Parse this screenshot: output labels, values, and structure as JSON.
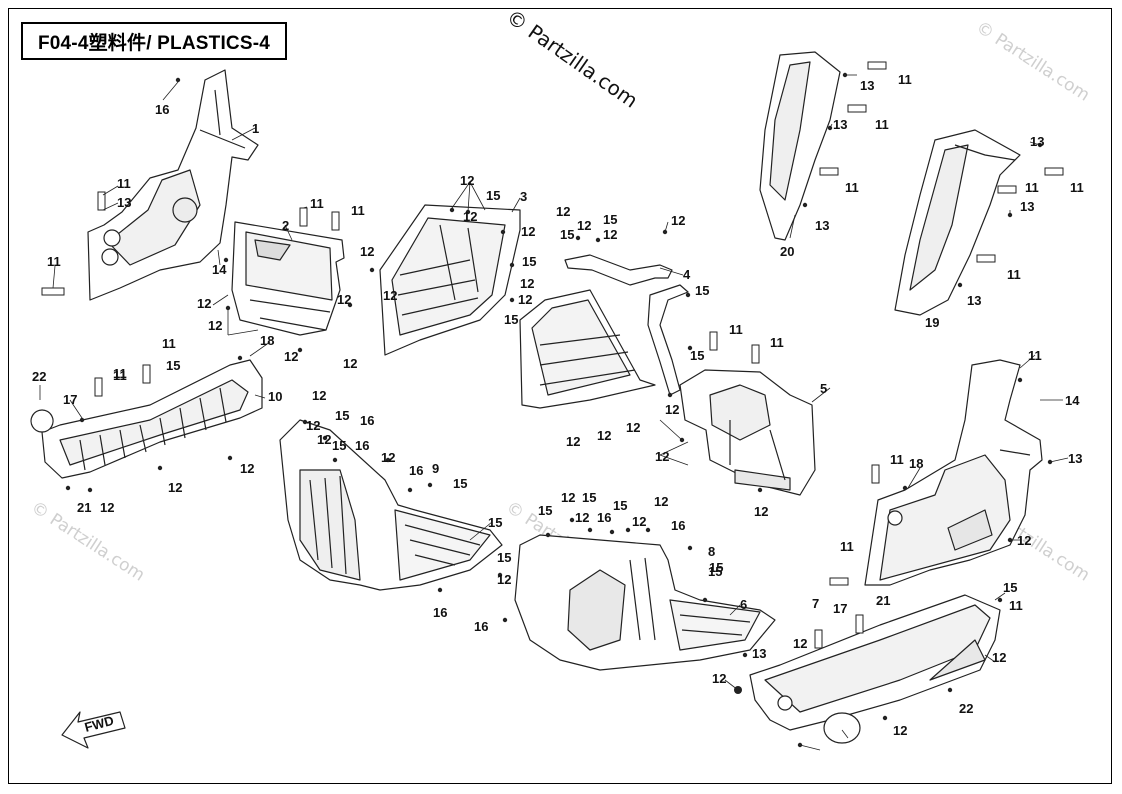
{
  "page": {
    "title": "F04-4塑料件/ PLASTICS-4",
    "watermark_main": "© Partzilla.com",
    "watermark_faded": "© Partzilla.com",
    "fwd_label": "FWD"
  },
  "callouts": [
    {
      "id": "c1",
      "text": "16"
    },
    {
      "id": "c2",
      "text": "1"
    },
    {
      "id": "c3",
      "text": "11"
    },
    {
      "id": "c4",
      "text": "13"
    },
    {
      "id": "c5",
      "text": "11"
    },
    {
      "id": "c6",
      "text": "14"
    },
    {
      "id": "c7",
      "text": "11"
    },
    {
      "id": "c8",
      "text": "2"
    },
    {
      "id": "c9",
      "text": "11"
    },
    {
      "id": "c10",
      "text": "12"
    },
    {
      "id": "c11",
      "text": "12"
    },
    {
      "id": "c12",
      "text": "12"
    },
    {
      "id": "c13",
      "text": "12"
    },
    {
      "id": "c14",
      "text": "12"
    },
    {
      "id": "c15",
      "text": "12"
    },
    {
      "id": "c16",
      "text": "12"
    },
    {
      "id": "c17",
      "text": "15"
    },
    {
      "id": "c18",
      "text": "3"
    },
    {
      "id": "c19",
      "text": "12"
    },
    {
      "id": "c20",
      "text": "12"
    },
    {
      "id": "c21",
      "text": "15"
    },
    {
      "id": "c22",
      "text": "12"
    },
    {
      "id": "c23",
      "text": "12"
    },
    {
      "id": "c24",
      "text": "15"
    },
    {
      "id": "c25",
      "text": "12"
    },
    {
      "id": "c26",
      "text": "12"
    },
    {
      "id": "c27",
      "text": "12"
    },
    {
      "id": "c28",
      "text": "15"
    },
    {
      "id": "c29",
      "text": "12"
    },
    {
      "id": "c30",
      "text": "15"
    },
    {
      "id": "c31",
      "text": "12"
    },
    {
      "id": "c32",
      "text": "4"
    },
    {
      "id": "c33",
      "text": "15"
    },
    {
      "id": "c34",
      "text": "15"
    },
    {
      "id": "c35",
      "text": "11"
    },
    {
      "id": "c36",
      "text": "11"
    },
    {
      "id": "c37",
      "text": "5"
    },
    {
      "id": "c38",
      "text": "12"
    },
    {
      "id": "c39",
      "text": "12"
    },
    {
      "id": "c40",
      "text": "12"
    },
    {
      "id": "c41",
      "text": "12"
    },
    {
      "id": "c42",
      "text": "12"
    },
    {
      "id": "c43",
      "text": "12"
    },
    {
      "id": "c44",
      "text": "11"
    },
    {
      "id": "c45",
      "text": "13"
    },
    {
      "id": "c46",
      "text": "11"
    },
    {
      "id": "c47",
      "text": "13"
    },
    {
      "id": "c48",
      "text": "11"
    },
    {
      "id": "c49",
      "text": "13"
    },
    {
      "id": "c50",
      "text": "20"
    },
    {
      "id": "c51",
      "text": "13"
    },
    {
      "id": "c52",
      "text": "11"
    },
    {
      "id": "c53",
      "text": "11"
    },
    {
      "id": "c54",
      "text": "13"
    },
    {
      "id": "c55",
      "text": "11"
    },
    {
      "id": "c56",
      "text": "13"
    },
    {
      "id": "c57",
      "text": "19"
    },
    {
      "id": "c58",
      "text": "11"
    },
    {
      "id": "c59",
      "text": "11"
    },
    {
      "id": "c60",
      "text": "18"
    },
    {
      "id": "c61",
      "text": "15"
    },
    {
      "id": "c62",
      "text": "11"
    },
    {
      "id": "c63",
      "text": "10"
    },
    {
      "id": "c64",
      "text": "22"
    },
    {
      "id": "c65",
      "text": "17"
    },
    {
      "id": "c66",
      "text": "12"
    },
    {
      "id": "c67",
      "text": "12"
    },
    {
      "id": "c68",
      "text": "21"
    },
    {
      "id": "c69",
      "text": "12"
    },
    {
      "id": "c70",
      "text": "12"
    },
    {
      "id": "c71",
      "text": "15"
    },
    {
      "id": "c72",
      "text": "16"
    },
    {
      "id": "c73",
      "text": "12"
    },
    {
      "id": "c74",
      "text": "12"
    },
    {
      "id": "c75",
      "text": "15"
    },
    {
      "id": "c76",
      "text": "16"
    },
    {
      "id": "c77",
      "text": "12"
    },
    {
      "id": "c78",
      "text": "16"
    },
    {
      "id": "c79",
      "text": "9"
    },
    {
      "id": "c80",
      "text": "15"
    },
    {
      "id": "c81",
      "text": "15"
    },
    {
      "id": "c82",
      "text": "15"
    },
    {
      "id": "c83",
      "text": "12"
    },
    {
      "id": "c84",
      "text": "16"
    },
    {
      "id": "c85",
      "text": "15"
    },
    {
      "id": "c86",
      "text": "12"
    },
    {
      "id": "c87",
      "text": "15"
    },
    {
      "id": "c88",
      "text": "12"
    },
    {
      "id": "c89",
      "text": "16"
    },
    {
      "id": "c90",
      "text": "15"
    },
    {
      "id": "c91",
      "text": "12"
    },
    {
      "id": "c92",
      "text": "12"
    },
    {
      "id": "c93",
      "text": "16"
    },
    {
      "id": "c94",
      "text": "8"
    },
    {
      "id": "c95",
      "text": "15"
    },
    {
      "id": "c96",
      "text": "15"
    },
    {
      "id": "c97",
      "text": "6"
    },
    {
      "id": "c98",
      "text": "16"
    },
    {
      "id": "c99",
      "text": "13"
    },
    {
      "id": "c100",
      "text": "11"
    },
    {
      "id": "c101",
      "text": "14"
    },
    {
      "id": "c102",
      "text": "13"
    },
    {
      "id": "c103",
      "text": "11"
    },
    {
      "id": "c104",
      "text": "18"
    },
    {
      "id": "c105",
      "text": "12"
    },
    {
      "id": "c106",
      "text": "11"
    },
    {
      "id": "c107",
      "text": "15"
    },
    {
      "id": "c108",
      "text": "11"
    },
    {
      "id": "c109",
      "text": "7"
    },
    {
      "id": "c110",
      "text": "17"
    },
    {
      "id": "c111",
      "text": "21"
    },
    {
      "id": "c112",
      "text": "12"
    },
    {
      "id": "c113",
      "text": "12"
    },
    {
      "id": "c114",
      "text": "12"
    },
    {
      "id": "c115",
      "text": "22"
    },
    {
      "id": "c116",
      "text": "12"
    }
  ]
}
